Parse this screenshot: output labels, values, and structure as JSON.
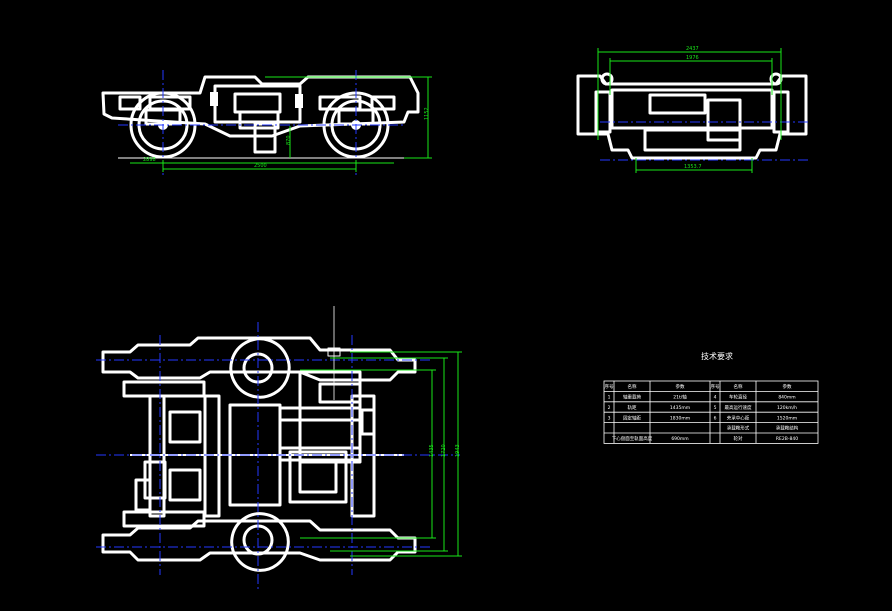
{
  "front_view": {
    "dims": {
      "overall_length": "2898",
      "wheelbase": "2500",
      "height_side": "1152",
      "height_small": "870"
    }
  },
  "end_view": {
    "dims": {
      "top_outer": "2437",
      "top_inner": "1976",
      "bottom": "1353.7"
    }
  },
  "plan_view": {
    "dims": {
      "v1": "1435",
      "v2": "1720",
      "v3": "1943"
    }
  },
  "tech_table": {
    "title": "技术要求",
    "headers": [
      "序号",
      "名称",
      "参数",
      "序号",
      "名称",
      "参数"
    ],
    "rows": [
      [
        "1",
        "轴重载荷",
        "21t/轴",
        "4",
        "车轮直径",
        "840mm"
      ],
      [
        "2",
        "轨距",
        "1435mm",
        "5",
        "最高运行速度",
        "120km/h"
      ],
      [
        "3",
        "固定轴距",
        "1830mm",
        "6",
        "旁承中心距",
        "1520mm"
      ],
      [
        "",
        "",
        "",
        "",
        "承载鞍形式",
        "承载鞍结构"
      ],
      [
        "",
        "下心盘面至轨面高度",
        "690mm",
        "",
        "轮对",
        "RE2B-840"
      ]
    ]
  },
  "colors": {
    "background": "#000000",
    "linework": "#ffffff",
    "dimension": "#19e619",
    "centerline": "#2438ff"
  }
}
